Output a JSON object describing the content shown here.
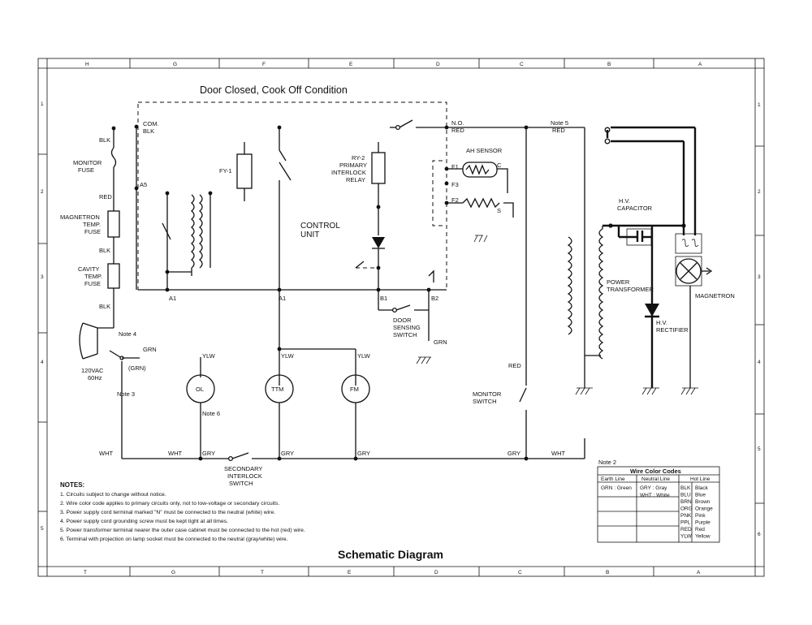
{
  "frame": {
    "top_letters": [
      "H",
      "G",
      "F",
      "E",
      "D",
      "C",
      "B",
      "A"
    ],
    "bottom_letters": [
      "T",
      "G",
      "T",
      "E",
      "D",
      "C",
      "B",
      "A"
    ],
    "left_numbers": [
      "1",
      "2",
      "3",
      "4",
      "5"
    ],
    "right_numbers": [
      "1",
      "2",
      "3",
      "4",
      "5",
      "6"
    ]
  },
  "heading": "Door Closed, Cook Off Condition",
  "footer_title": "Schematic Diagram",
  "labels": {
    "com": "COM.",
    "com_blk": "BLK",
    "blk1": "BLK",
    "monitor_fuse": [
      "MONITOR",
      "FUSE"
    ],
    "a5": "A5",
    "red_left": "RED",
    "magnetron_fuse": [
      "MAGNETRON",
      "TEMP.",
      "FUSE"
    ],
    "blk2": "BLK",
    "cavity_fuse": [
      "CAVITY",
      "TEMP.",
      "FUSE"
    ],
    "blk3": "BLK",
    "note4": "Note 4",
    "grn_left": "GRN",
    "grn_paren": "(GRN)",
    "supply": [
      "120VAC",
      "60Hz"
    ],
    "note3": "Note 3",
    "fy": "FY-1",
    "ry2": [
      "RY-2",
      "PRIMARY",
      "INTERLOCK",
      "RELAY"
    ],
    "control_unit": [
      "CONTROL",
      "UNIT"
    ],
    "a1_left": "A1",
    "a1": "A1",
    "b1": "B1",
    "b2": "B2",
    "no": "N.O.",
    "red_no": "RED",
    "note5": "Note 5",
    "red_top_right": "RED",
    "ah_sensor": "AH SENSOR",
    "f1": "F1",
    "c": "C",
    "f3": "F3",
    "f2": "F2",
    "s": "S",
    "door_switch": [
      "DOOR",
      "SENSING",
      "SWITCH"
    ],
    "grn_mid": "GRN",
    "yln": "YLW",
    "yln_ttm": "YLW",
    "yln_fm": "YLW",
    "ol": "OL",
    "ttm": "TTM",
    "fm": "FM",
    "note6": "Note 6",
    "wht_left": "WHT",
    "wht_a": "WHT",
    "gry_a": "GRY",
    "gry_b": "GRY",
    "gry_c": "GRY",
    "gry_d": "GRY",
    "wht_right": "WHT",
    "secondary_switch": [
      "SECONDARY",
      "INTERLOCK",
      "SWITCH"
    ],
    "red_monitor": "RED",
    "monitor_switch": [
      "MONITOR",
      "SWITCH"
    ],
    "hv_capacitor": [
      "H.V.",
      "CAPACITOR"
    ],
    "power_transformer": [
      "POWER",
      "TRANSFORMER"
    ],
    "hv_rectifier": [
      "H.V.",
      "RECTIFIER"
    ],
    "magnetron": "MAGNETRON"
  },
  "notes": {
    "heading": "NOTES:",
    "items": [
      "1. Circuits subject to change without notice.",
      "2. Wire color code applies to primary circuits only, not to low-voltage or secondary circuits.",
      "3. Power supply cord terminal marked \"N\" must be connected to the neutral (white) wire.",
      "4. Power supply cord grounding screw must be kept tight at all times.",
      "5. Power transformer terminal nearer the outer case cabinet must be connected to the hot (red) wire.",
      "6. Terminal with projection on lamp socket must be connected to the neutral (gray/white) wire."
    ]
  },
  "color_table": {
    "note_label": "Note 2",
    "title": "Wire Color Codes",
    "headers": [
      "Earth Line",
      "Neutral Line",
      "Hot Line"
    ],
    "earth": [
      "GRN : Green"
    ],
    "neutral": [
      "GRY : Gray",
      "WHT : White"
    ],
    "hot": [
      {
        "code": "BLK",
        "name": "Black"
      },
      {
        "code": "BLU",
        "name": "Blue"
      },
      {
        "code": "BRN",
        "name": "Brown"
      },
      {
        "code": "ORG",
        "name": "Orange"
      },
      {
        "code": "PNK",
        "name": "Pink"
      },
      {
        "code": "PPL",
        "name": "Purple"
      },
      {
        "code": "RED",
        "name": "Red"
      },
      {
        "code": "YLW",
        "name": "Yellow"
      }
    ]
  }
}
